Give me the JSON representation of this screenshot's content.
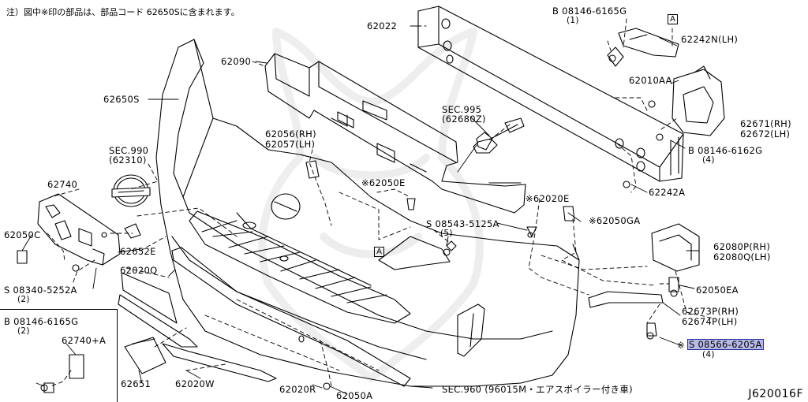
{
  "note": "注）図中※印の部品は、部品コード 62650Sに含まれます。",
  "labels": {
    "l62022": "62022",
    "l62090": "62090",
    "l62650S": "62650S",
    "lsec990a": "SEC.990",
    "lsec990b": "(62310)",
    "l62740": "62740",
    "l62050C": "62050C",
    "l62652E": "62652E",
    "l08340": "S 08340-5252A",
    "l08340q": "(2)",
    "l08146a": "B 08146-6165G",
    "l08146aq": "(2)",
    "l62740A": "62740+A",
    "l62651": "62651",
    "l62020W": "62020W",
    "l62020Q": "62020Q",
    "l62020R": "62020R",
    "l62050A": "62050A",
    "lsec960": "SEC.960 (96015M・エアスポイラー付き車)",
    "l62056": "62056(RH)",
    "l62057": "62057(LH)",
    "lsec995": "SEC.995",
    "lsec995b": "(62680Z)",
    "l62050E": "※62050E",
    "l08543": "S 08543-5125A",
    "l08543q": "(5)",
    "l62020E": "※62020E",
    "l62050GA": "※62050GA",
    "l08146top": "B 08146-6165G",
    "l08146topq": "(1)",
    "l62242N": "62242N(LH)",
    "l62010AA": "62010AA",
    "l62671": "62671(RH)",
    "l62672": "62672(LH)",
    "l08146r": "B 08146-6162G",
    "l08146rq": "(4)",
    "l62242A": "62242A",
    "l62080P": "62080P(RH)",
    "l62080Q": "62080Q(LH)",
    "l62050EA": "62050EA",
    "l62673P": "62673P(RH)",
    "l62674P": "62674P(LH)",
    "l08566pre": "※",
    "l08566": "S 08566-6205A",
    "l08566q": "(4)",
    "boxA1": "A",
    "boxA2": "A",
    "code": "J620016F"
  }
}
